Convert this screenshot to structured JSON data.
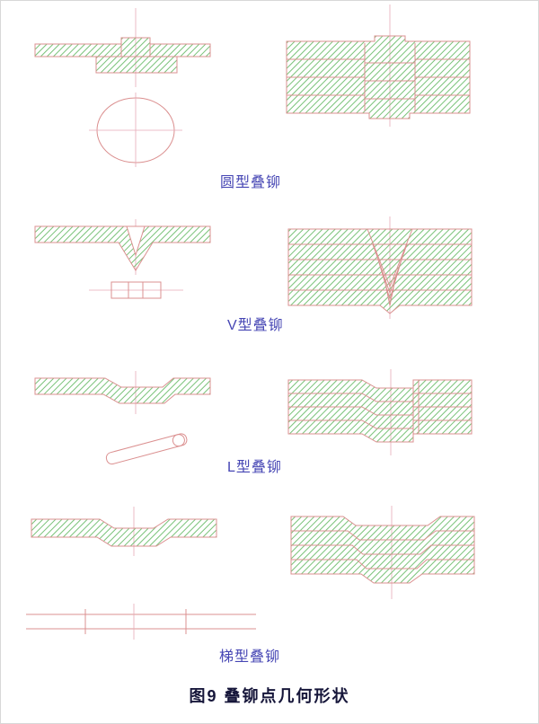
{
  "page": {
    "title": "图9 叠铆点几何形状"
  },
  "figures": [
    {
      "caption": "圆型叠铆"
    },
    {
      "caption": "V型叠铆"
    },
    {
      "caption": "L型叠铆"
    },
    {
      "caption": "梯型叠铆"
    }
  ],
  "colors": {
    "hatch": "#79c279",
    "outline": "#db9090",
    "centerline": "#e6aab8",
    "caption": "#4646b4",
    "title": "#16163a"
  }
}
